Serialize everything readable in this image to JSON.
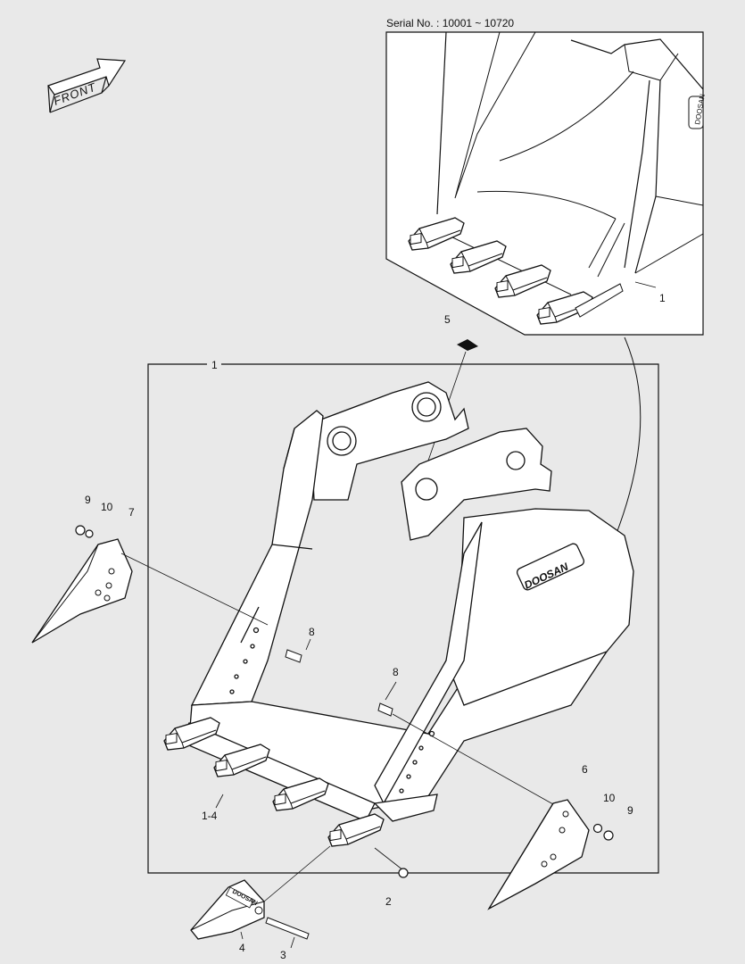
{
  "header": {
    "serial_label": "Serial No. : 10001 ~ 10720",
    "front_label": "FRONT"
  },
  "inset_box": {
    "part_label": "1",
    "logo_text": "DOOSAN"
  },
  "main_box": {
    "part_label": "1",
    "logo_text": "DOOSAN"
  },
  "callouts": {
    "plate": "5",
    "left_nut": "9",
    "left_washer": "10",
    "left_cutter": "7",
    "left_bolt": "8",
    "right_bolt": "8",
    "right_cutter": "6",
    "right_washer": "10",
    "right_nut": "9",
    "tooth_assy": "1-4",
    "lock_washer": "2",
    "tooth": "4",
    "pin": "3"
  },
  "tooth_logo": "DOOSAN",
  "colors": {
    "background": "#e9e9e9",
    "line": "#111111",
    "fill": "#ffffff"
  }
}
